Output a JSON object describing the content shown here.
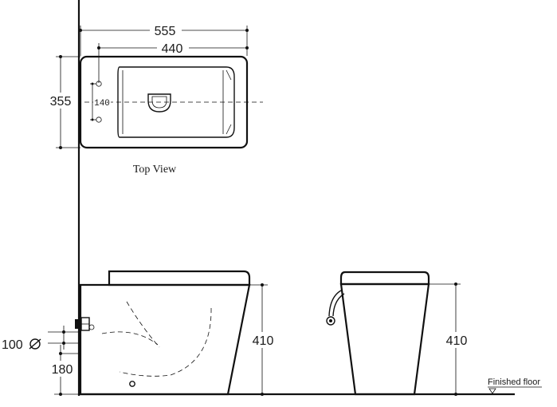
{
  "top_view": {
    "width_total": "555",
    "width_body": "440",
    "depth": "355",
    "inlet_spacing": "140",
    "caption": "Top View"
  },
  "side_view": {
    "inlet_offset": "100",
    "outlet_height": "180",
    "height": "410"
  },
  "front_view": {
    "height": "410",
    "floor_label": "Finished floor"
  }
}
